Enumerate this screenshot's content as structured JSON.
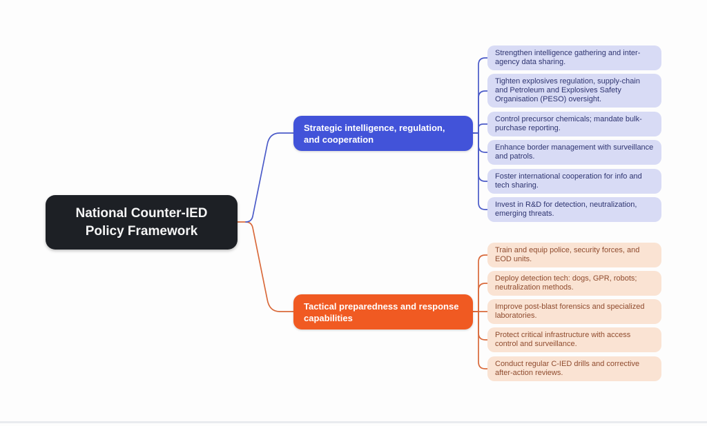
{
  "diagram": {
    "title": "National Counter-IED Policy Framework mind map",
    "root": {
      "line1": "National Counter-IED",
      "line2": "Policy Framework",
      "bg_color": "#1d2025",
      "text_color": "#f5f5f5"
    },
    "branches": [
      {
        "label": "Strategic intelligence, regulation, and cooperation",
        "node_color": "#4253d9",
        "line_color": "#4a5ac8",
        "leaf_bg_color": "#d8dbf5",
        "leaf_text_color": "#2e3470",
        "leaves": [
          {
            "text": "Strengthen intelligence gathering and inter-agency data sharing."
          },
          {
            "text": "Tighten explosives regulation, supply-chain and Petroleum and Explosives Safety Organisation (PESO) oversight."
          },
          {
            "text": "Control precursor chemicals; mandate bulk-purchase reporting."
          },
          {
            "text": "Enhance border management with surveillance and patrols."
          },
          {
            "text": "Foster international cooperation for info and tech sharing."
          },
          {
            "text": "Invest in R&D for detection, neutralization, emerging threats."
          }
        ]
      },
      {
        "label": "Tactical preparedness and response capabilities",
        "node_color": "#f05a22",
        "line_color": "#d9693a",
        "leaf_bg_color": "#fae3d3",
        "leaf_text_color": "#8f4b2e",
        "leaves": [
          {
            "text": "Train and equip police, security forces, and EOD units."
          },
          {
            "text": "Deploy detection tech: dogs, GPR, robots; neutralization methods."
          },
          {
            "text": "Improve post-blast forensics and specialized laboratories."
          },
          {
            "text": "Protect critical infrastructure with access control and surveillance."
          },
          {
            "text": "Conduct regular C-IED drills and corrective after-action reviews."
          }
        ]
      }
    ]
  }
}
